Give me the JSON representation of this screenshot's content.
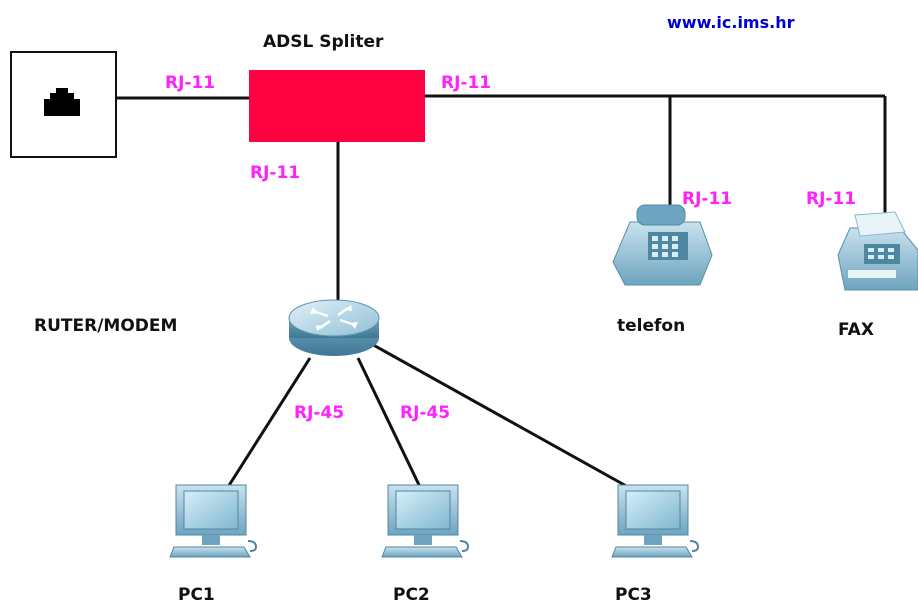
{
  "website": "www.ic.ims.hr",
  "splitter": {
    "title": "ADSL Spliter",
    "color": "#ff0040"
  },
  "ports": {
    "wall_to_splitter": "RJ-11",
    "splitter_to_line": "RJ-11",
    "splitter_to_router": "RJ-11",
    "telefon": "RJ-11",
    "fax": "RJ-11",
    "router_to_pc1": "RJ-45",
    "router_to_pc2": "RJ-45"
  },
  "devices": {
    "wall_jack": "wall-jack-icon",
    "router": "RUTER/MODEM",
    "telefon": "telefon",
    "fax": "FAX",
    "pc1": "PC1",
    "pc2": "PC2",
    "pc3": "PC3"
  },
  "colors": {
    "port_label": "#ff22ff",
    "website": "#0000cc",
    "wire": "#111111",
    "device_blue": "#7fb3cc"
  }
}
